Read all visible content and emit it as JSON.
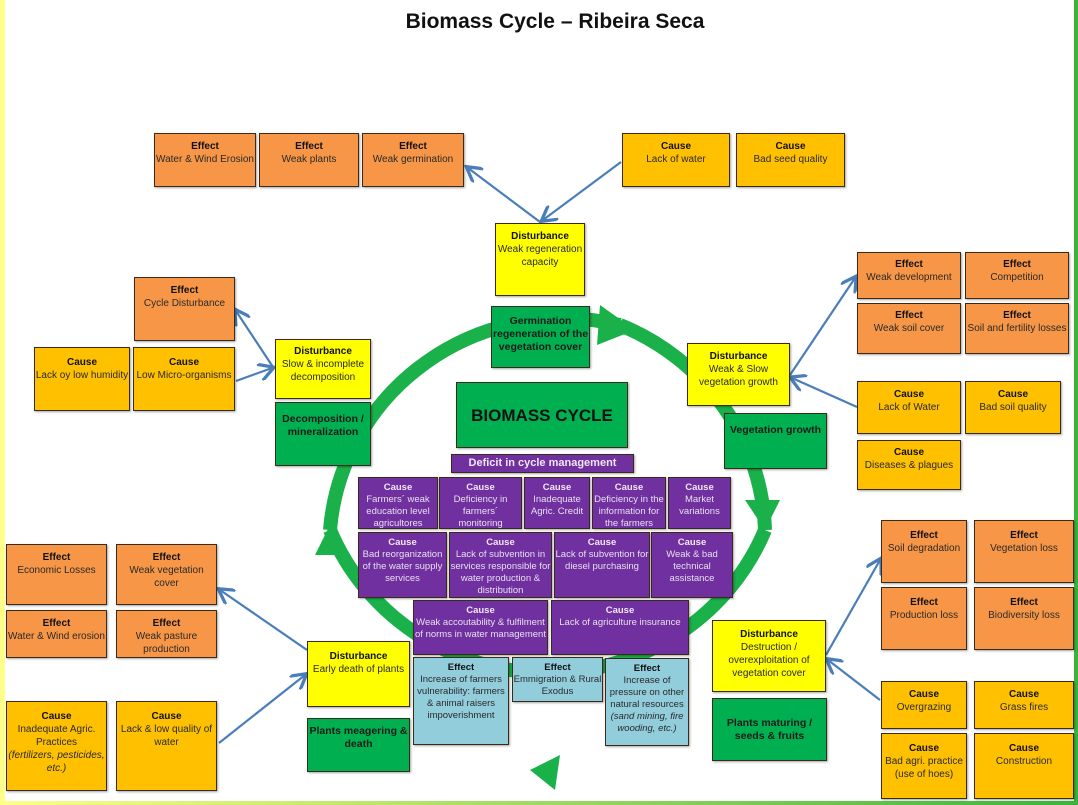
{
  "title": "Biomass Cycle – Ribeira Seca",
  "colors": {
    "effect": "#f79646",
    "cause": "#ffc000",
    "disturbance": "#ffff00",
    "stage": "#00b050",
    "management_cause": "#7030a0",
    "social_effect": "#92cddc",
    "arrow": "#4a7ebb",
    "cycle_arrow": "#1ab04a"
  },
  "center": {
    "label": "BIOMASS CYCLE",
    "deficit_label": "Deficit in cycle management"
  },
  "stages": [
    {
      "label": "Germination regeneration of the vegetation cover"
    },
    {
      "label": "Vegetation growth"
    },
    {
      "label": "Plants maturing / seeds & fruits"
    },
    {
      "label": "Plants meagering & death"
    },
    {
      "label": "Decomposition / mineralization"
    }
  ],
  "top": {
    "effects": [
      {
        "heading": "Effect",
        "text": "Water  & Wind Erosion"
      },
      {
        "heading": "Effect",
        "text": "Weak plants"
      },
      {
        "heading": "Effect",
        "text": "Weak germination"
      }
    ],
    "causes": [
      {
        "heading": "Cause",
        "text": "Lack of water"
      },
      {
        "heading": "Cause",
        "text": "Bad seed quality"
      }
    ],
    "disturbance": {
      "heading": "Disturbance",
      "text": "Weak regeneration capacity"
    }
  },
  "left_upper": {
    "effects": [
      {
        "heading": "Effect",
        "text": "Cycle Disturbance"
      }
    ],
    "causes": [
      {
        "heading": "Cause",
        "text": "Lack oy low humidity"
      },
      {
        "heading": "Cause",
        "text": "Low Micro-organisms"
      }
    ],
    "disturbance": {
      "heading": "Disturbance",
      "text": "Slow  & incomplete decomposition"
    }
  },
  "right_upper": {
    "effects": [
      {
        "heading": "Effect",
        "text": "Weak development"
      },
      {
        "heading": "Effect",
        "text": "Competition"
      },
      {
        "heading": "Effect",
        "text": "Weak soil cover"
      },
      {
        "heading": "Effect",
        "text": "Soil and fertility losses"
      }
    ],
    "causes": [
      {
        "heading": "Cause",
        "text": "Lack of Water"
      },
      {
        "heading": "Cause",
        "text": "Bad soil quality"
      },
      {
        "heading": "Cause",
        "text": "Diseases & plagues"
      }
    ],
    "disturbance": {
      "heading": "Disturbance",
      "text": "Weak & Slow vegetation growth"
    }
  },
  "left_lower": {
    "effects": [
      {
        "heading": "Effect",
        "text": "Economic Losses"
      },
      {
        "heading": "Effect",
        "text": "Weak vegetation cover"
      },
      {
        "heading": "Effect",
        "text": "Water & Wind erosion"
      },
      {
        "heading": "Effect",
        "text": "Weak pasture production"
      }
    ],
    "causes": [
      {
        "heading": "Cause",
        "text": "Inadequate Agric. Practices",
        "note": "(fertilizers, pesticides,  etc.)"
      },
      {
        "heading": "Cause",
        "text": "Lack & low quality of water"
      }
    ],
    "disturbance": {
      "heading": "Disturbance",
      "text": "Early death of plants"
    }
  },
  "right_lower": {
    "effects": [
      {
        "heading": "Effect",
        "text": "Soil degradation"
      },
      {
        "heading": "Effect",
        "text": "Vegetation loss"
      },
      {
        "heading": "Effect",
        "text": "Production loss"
      },
      {
        "heading": "Effect",
        "text": "Biodiversity loss"
      }
    ],
    "causes": [
      {
        "heading": "Cause",
        "text": "Overgrazing"
      },
      {
        "heading": "Cause",
        "text": "Grass fires"
      },
      {
        "heading": "Cause",
        "text": "Bad agri. practice (use of hoes)"
      },
      {
        "heading": "Cause",
        "text": "Construction"
      }
    ],
    "disturbance": {
      "heading": "Disturbance",
      "text": "Destruction / overexploitation of vegetation cover"
    }
  },
  "management_causes": [
    {
      "heading": "Cause",
      "text": "Farmers´ weak education level agricultores"
    },
    {
      "heading": "Cause",
      "text": "Deficiency  in farmers´ monitoring"
    },
    {
      "heading": "Cause",
      "text": "Inadequate Agric. Credit"
    },
    {
      "heading": "Cause",
      "text": "Deficiency in the information for the farmers"
    },
    {
      "heading": "Cause",
      "text": "Market variations"
    },
    {
      "heading": "Cause",
      "text": "Bad reorganization of the water supply services"
    },
    {
      "heading": "Cause",
      "text": "Lack of subvention in services responsible for water production & distribution"
    },
    {
      "heading": "Cause",
      "text": "Lack of subvention for diesel purchasing"
    },
    {
      "heading": "Cause",
      "text": "Weak & bad technical assistance"
    },
    {
      "heading": "Cause",
      "text": "Weak accoutability & fulfilment of norms in water management"
    },
    {
      "heading": "Cause",
      "text": "Lack of agriculture insurance"
    }
  ],
  "social_effects": [
    {
      "heading": "Effect",
      "text": "Increase of farmers vulnerability: farmers & animal raisers impoverishment"
    },
    {
      "heading": "Effect",
      "text": "Emmigration & Rural Exodus"
    },
    {
      "heading": "Effect",
      "text": "Increase of pressure on other natural resources",
      "note": "(sand mining, fire wooding, etc.)"
    }
  ]
}
